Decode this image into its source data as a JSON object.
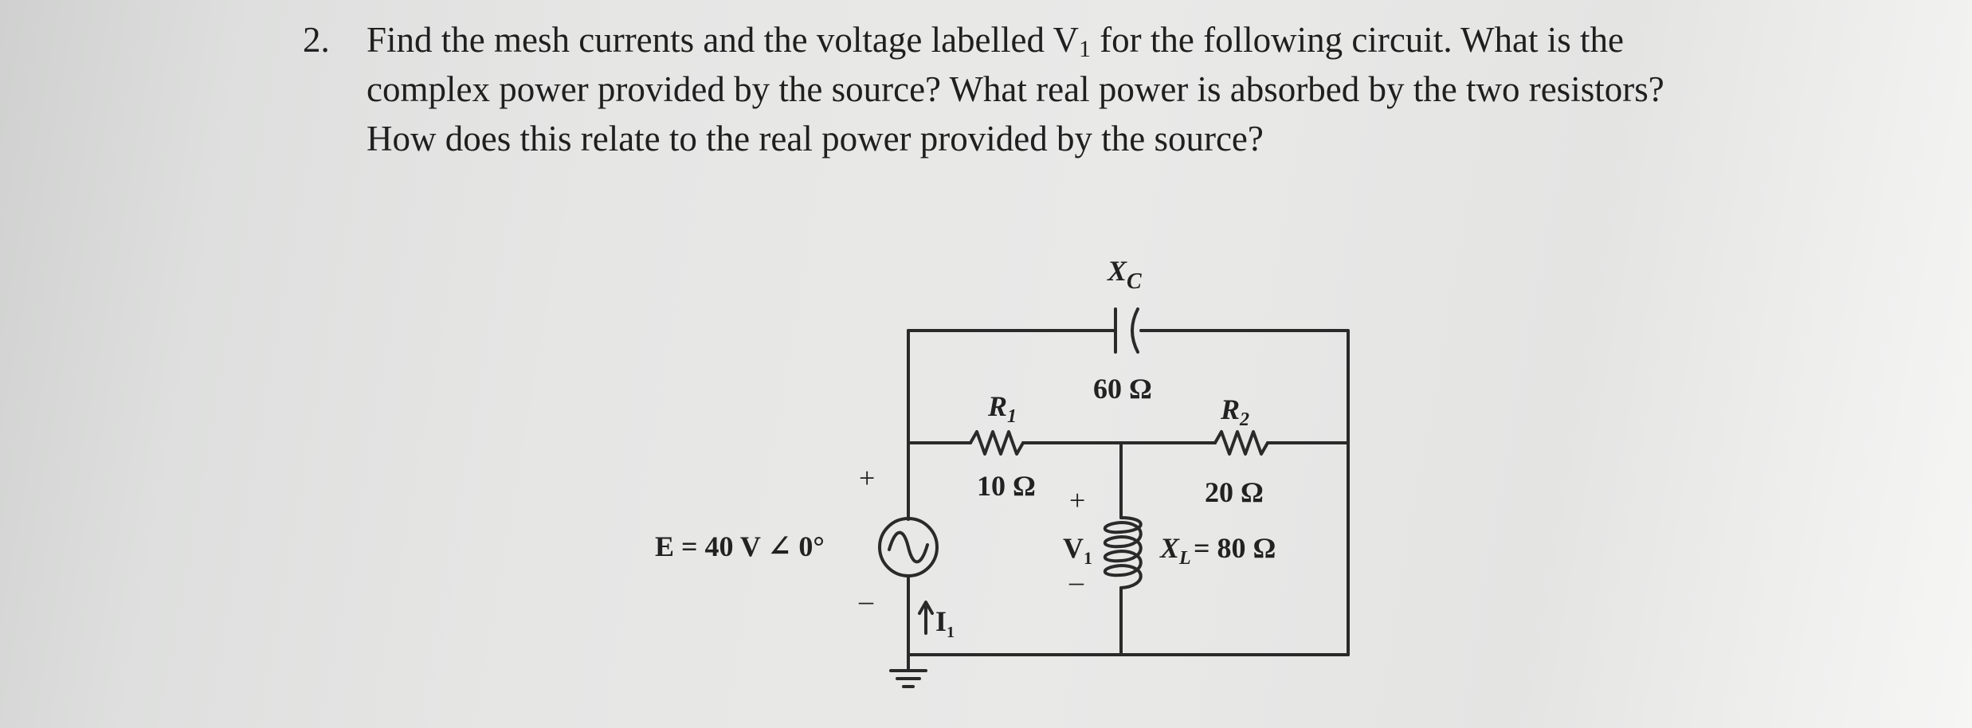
{
  "problem": {
    "number": "2.",
    "line1_a": "Find the mesh currents and the voltage labelled V",
    "line1_sub": "1",
    "line1_b": " for the following circuit. What is the",
    "line2": "complex power provided by the source? What real power is absorbed by the two resistors?",
    "line3": "How does this relate to the real power provided by the source?"
  },
  "circuit": {
    "capacitor_label_main": "X",
    "capacitor_label_sub": "C",
    "capacitor_value": "60 Ω",
    "r1_label_main": "R",
    "r1_label_sub": "1",
    "r1_value": "10 Ω",
    "r2_label_main": "R",
    "r2_label_sub": "2",
    "r2_value": "20 Ω",
    "inductor_label_main": "X",
    "inductor_label_sub": "L",
    "inductor_value": "= 80 Ω",
    "source_label": "E = 40 V ∠ 0°",
    "source_plus": "+",
    "source_minus": "–",
    "v1_plus": "+",
    "v1_label_main": "V",
    "v1_label_sub": "1",
    "v1_minus": "–",
    "mesh_current_main": "I",
    "mesh_current_sub": "1",
    "colors": {
      "wire": "#2a2a2a",
      "paper": "#e6e6e5"
    }
  }
}
